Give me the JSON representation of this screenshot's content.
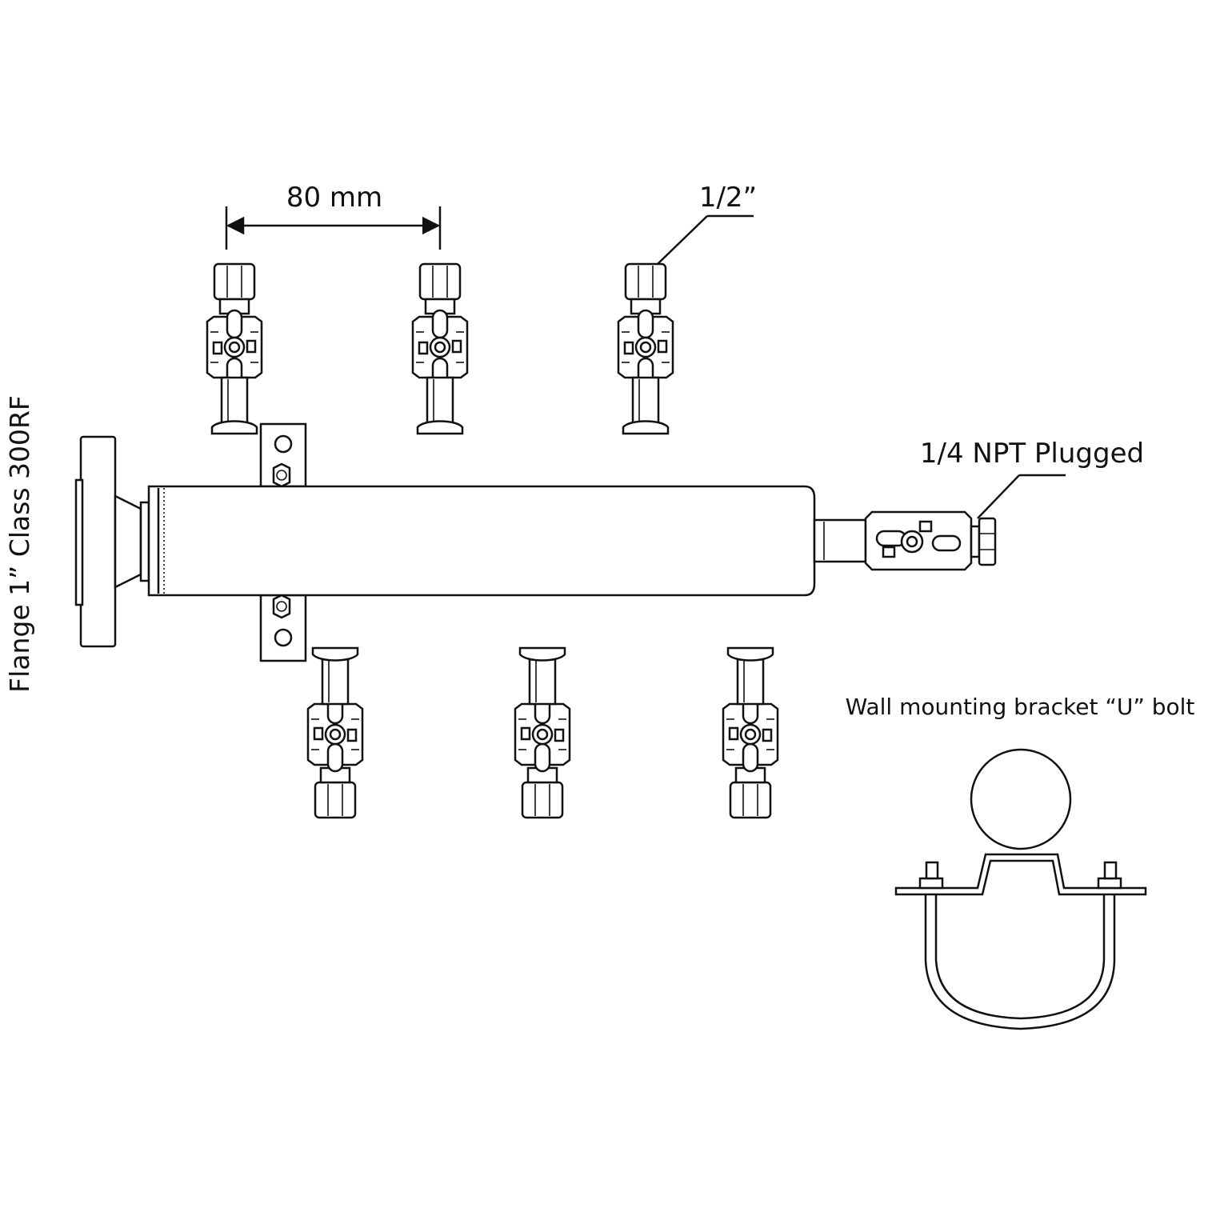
{
  "labels": {
    "spacing": "80 mm",
    "valve_size": "1/2”",
    "plug": "1/4 NPT Plugged",
    "flange": "Flange 1” Class 300RF",
    "bracket": "Wall mounting bracket “U” bolt"
  }
}
